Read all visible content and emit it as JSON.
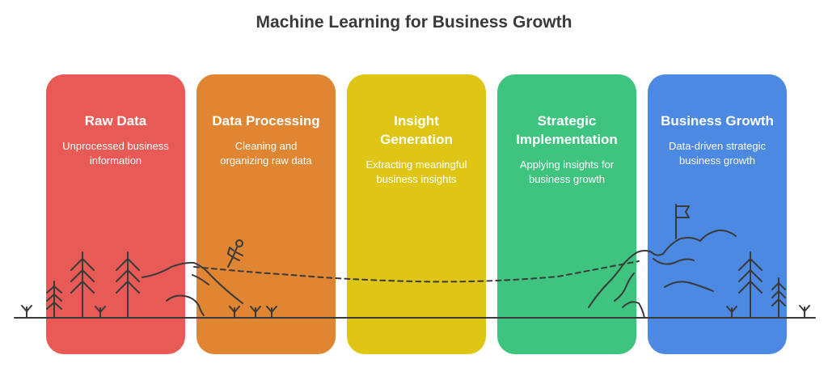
{
  "title": "Machine Learning for Business Growth",
  "stages": [
    {
      "title": "Raw Data",
      "description": "Unprocessed business information",
      "color": "#e85a55"
    },
    {
      "title": "Data Processing",
      "description": "Cleaning and organizing raw data",
      "color": "#e08532"
    },
    {
      "title": "Insight Generation",
      "description": "Extracting meaningful business insights",
      "color": "#dfc615"
    },
    {
      "title": "Strategic Implementation",
      "description": "Applying insights for business growth",
      "color": "#3ec47f"
    },
    {
      "title": "Business Growth",
      "description": "Data-driven strategic business growth",
      "color": "#4c89e2"
    }
  ],
  "icons": [
    "tree-icon",
    "hiker-icon",
    "mountain-icon",
    "flag-icon",
    "grass-icon"
  ],
  "line_color": "#3a3a3a"
}
